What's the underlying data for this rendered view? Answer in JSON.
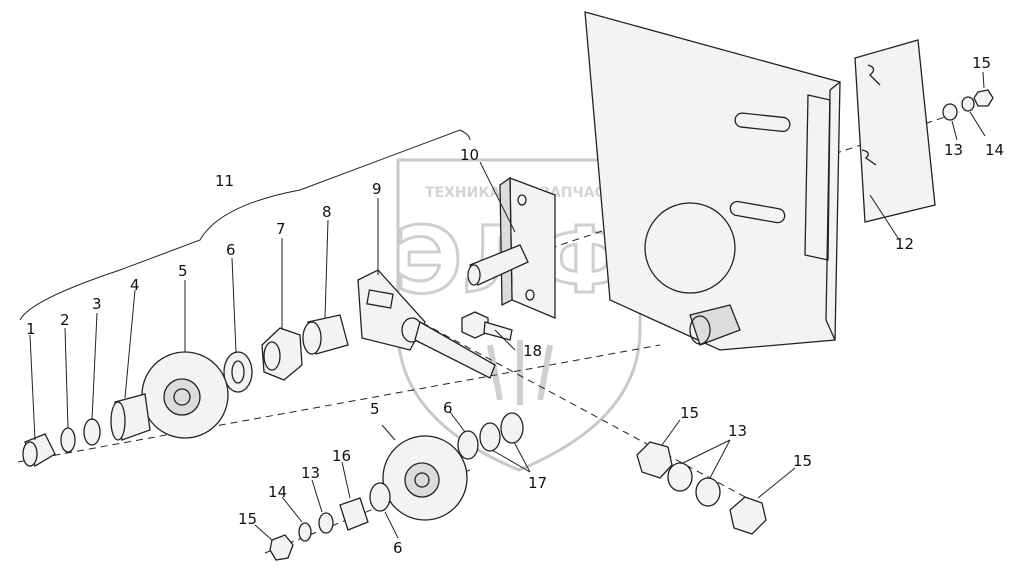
{
  "watermark": {
    "top_text": "ТЕХНИКА",
    "top_text_right": "ЗАПЧАСТИ",
    "logo_letters": "ЭЛФ"
  },
  "callouts": {
    "c1": "1",
    "c2": "2",
    "c3": "3",
    "c4": "4",
    "c5a": "5",
    "c5b": "5",
    "c6a": "6",
    "c6b": "6",
    "c6c": "6",
    "c7": "7",
    "c8": "8",
    "c9": "9",
    "c10": "10",
    "c11": "11",
    "c12": "12",
    "c13a": "13",
    "c13b": "13",
    "c13c": "13",
    "c14a": "14",
    "c14b": "14",
    "c15a": "15",
    "c15b": "15",
    "c15c": "15",
    "c15d": "15",
    "c16": "16",
    "c17": "17",
    "c18": "18"
  }
}
